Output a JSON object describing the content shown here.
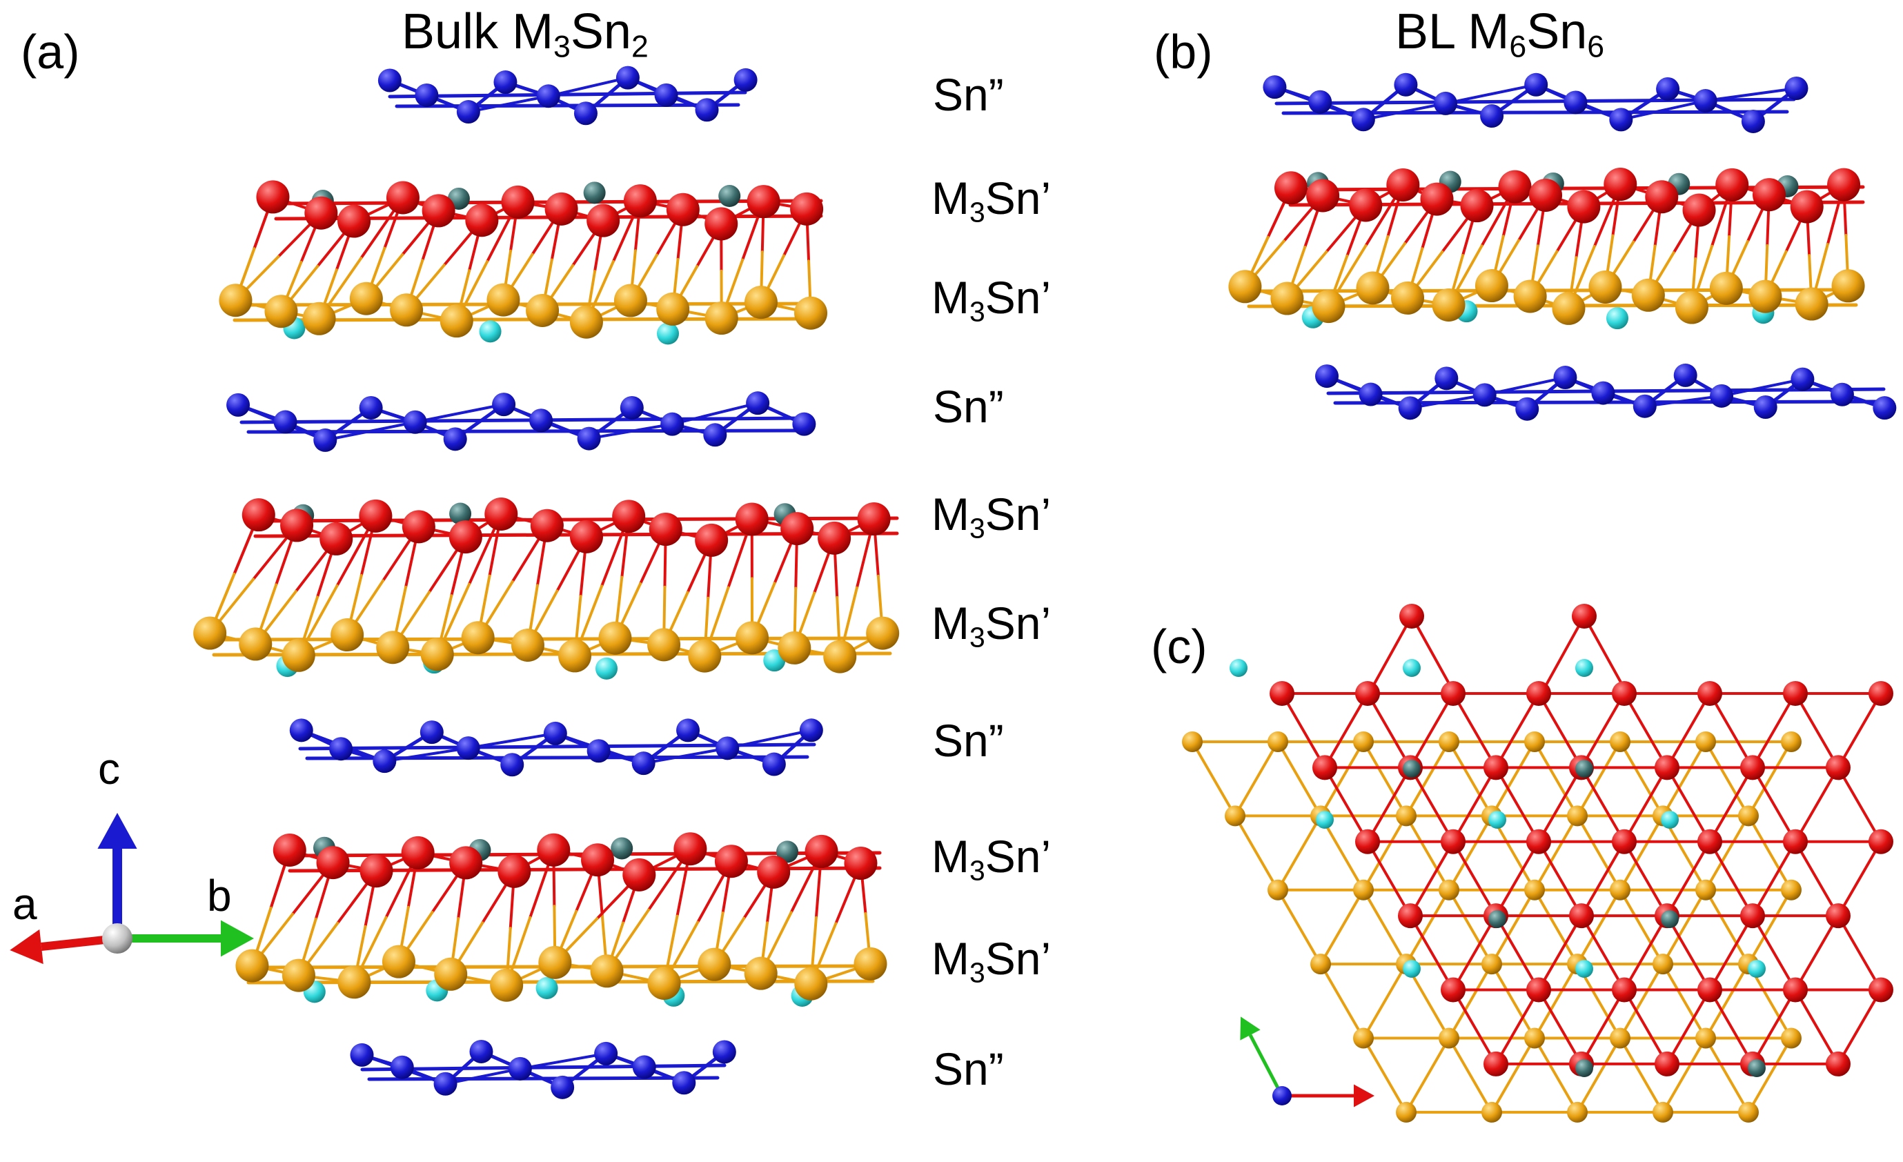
{
  "panels": {
    "a": {
      "label": "(a)",
      "title_main": "Bulk M",
      "title_sub1": "3",
      "title_mid": "Sn",
      "title_sub2": "2"
    },
    "b": {
      "label": "(b)",
      "title_main": "BL M",
      "title_sub1": "6",
      "title_mid": "Sn",
      "title_sub2": "6"
    },
    "c": {
      "label": "(c)"
    }
  },
  "layer_labels": {
    "sn2": "Sn”",
    "m3sn_main": "M",
    "m3sn_sub": "3",
    "m3sn_tail": "Sn’"
  },
  "axes": {
    "a": "a",
    "b": "b",
    "c": "c"
  },
  "colors": {
    "sn2": "#1a1ad0",
    "m_top": "#e01010",
    "m_bottom": "#e8a010",
    "sn1_dark": "#3e6e6e",
    "sn1_cyan": "#30d8dc",
    "axis_a": "#e01010",
    "axis_b": "#20c020",
    "axis_c": "#1a1ad0"
  }
}
